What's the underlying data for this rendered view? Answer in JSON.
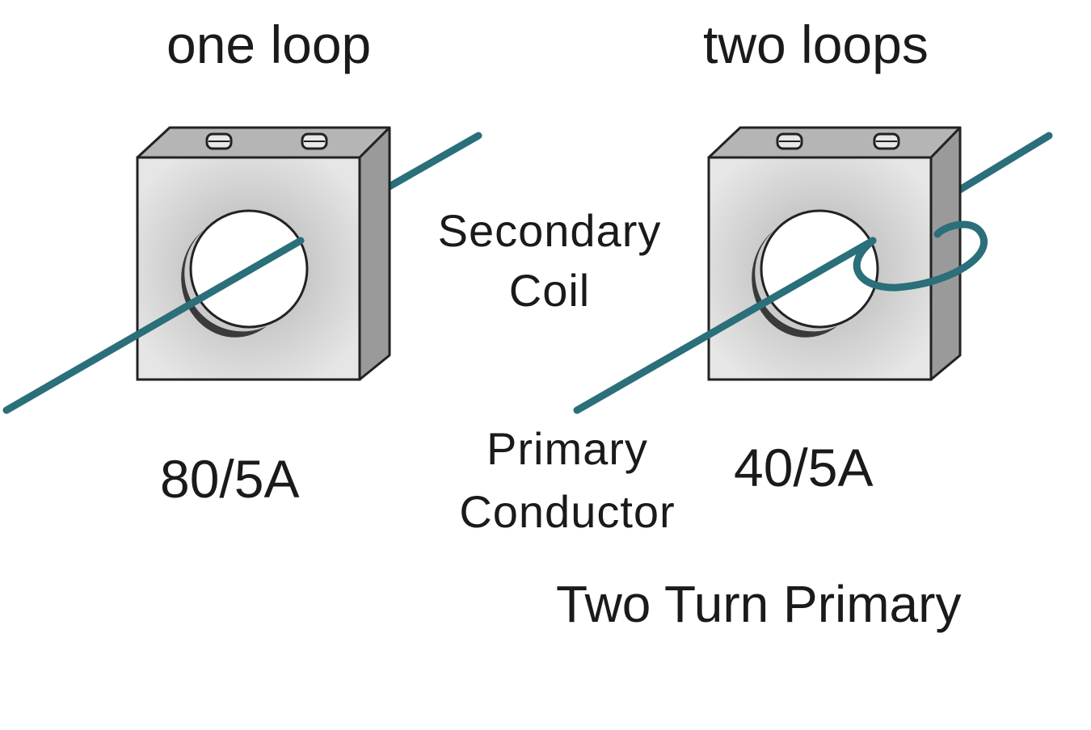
{
  "diagram": {
    "left_ct": {
      "caption": "one loop",
      "ratio": "80/5A"
    },
    "right_ct": {
      "caption": "two loops",
      "ratio": "40/5A"
    },
    "labels": {
      "secondary_line1": "Secondary",
      "secondary_line2": "Coil",
      "primary_line1": "Primary",
      "primary_line2": "Conductor"
    },
    "title": "Two Turn Primary"
  },
  "colors": {
    "conductor": "#2a6f7a",
    "ct_face": "#d9d9d9",
    "ct_side": "#9a9a9a",
    "ct_top": "#b5b5b5",
    "outline": "#222222"
  }
}
